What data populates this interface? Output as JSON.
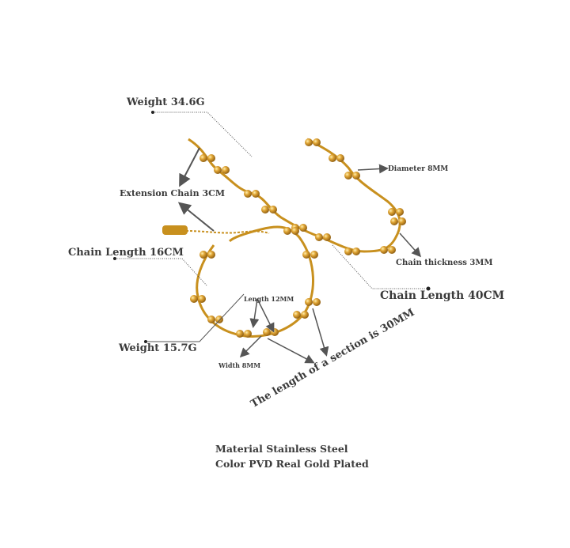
{
  "labels": {
    "weight_necklace": "Weight 34.6G",
    "extension_chain": "Extension Chain 3CM",
    "chain_length_bracelet": "Chain Length 16CM",
    "weight_bracelet": "Weight 15.7G",
    "length_link": "Length 12MM",
    "width_link": "Width 8MM",
    "section_length": "The length of a section is 30MM",
    "diameter": "Diameter 8MM",
    "chain_thickness": "Chain thickness 3MM",
    "chain_length_necklace": "Chain Length 40CM"
  },
  "footer": {
    "material": "Material Stainless Steel",
    "color": "Color PVD Real Gold Plated"
  },
  "colors": {
    "gold": "#c8901e",
    "gold_light": "#f0c060",
    "line": "#555555"
  }
}
